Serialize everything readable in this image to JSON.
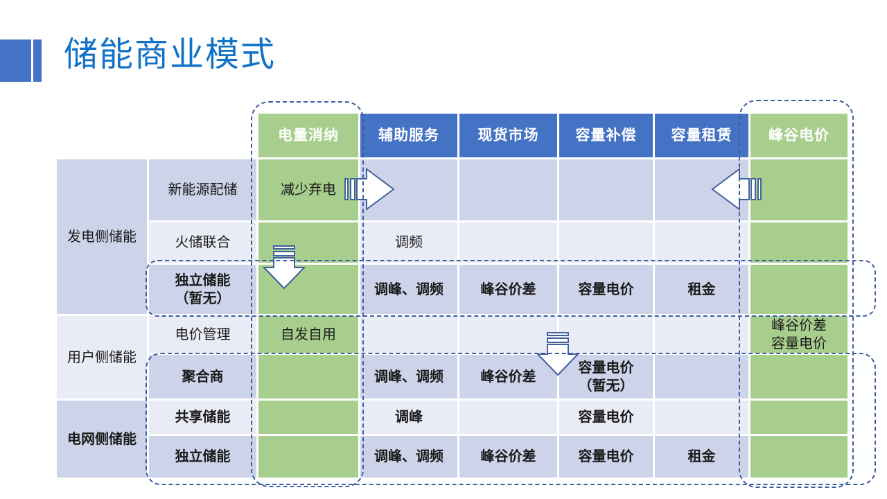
{
  "title": "储能商业模式",
  "colors": {
    "title_blue": "#1272C8",
    "accent_blue": "#4472C4",
    "header_green": "#A7CE8C",
    "row_dark": "#CDD4EA",
    "row_light": "#E9EBF5",
    "dash_blue": "#3A5DA0",
    "arrow_outline": "#41619E",
    "arrow_fill": "#FFFFFF"
  },
  "table": {
    "header": [
      {
        "label": "电量消纳",
        "style": "green"
      },
      {
        "label": "辅助服务",
        "style": "blue"
      },
      {
        "label": "现货市场",
        "style": "blue"
      },
      {
        "label": "容量补偿",
        "style": "blue"
      },
      {
        "label": "容量租赁",
        "style": "blue"
      },
      {
        "label": "峰谷电价",
        "style": "green"
      }
    ],
    "groups": [
      {
        "label": "发电侧储能",
        "bold": false,
        "tone": "dark",
        "span": 3
      },
      {
        "label": "用户侧储能",
        "bold": false,
        "tone": "light",
        "span": 2
      },
      {
        "label": "电网侧储能",
        "bold": true,
        "tone": "dark",
        "span": 2
      }
    ],
    "rows": [
      {
        "label": "新能源配储",
        "bold": false,
        "tone": "dark",
        "cells": [
          "减少弃电",
          "",
          "",
          "",
          "",
          ""
        ]
      },
      {
        "label": "火储联合",
        "bold": false,
        "tone": "light",
        "cells": [
          "",
          "调频",
          "",
          "",
          "",
          ""
        ]
      },
      {
        "label": "独立储能\n（暂无）",
        "bold": true,
        "tone": "dark",
        "cells": [
          "",
          "调峰、调频",
          "峰谷价差",
          "容量电价",
          "租金",
          ""
        ]
      },
      {
        "label": "电价管理",
        "bold": false,
        "tone": "light",
        "cells": [
          "自发自用",
          "",
          "",
          "",
          "",
          "峰谷价差\n容量电价"
        ]
      },
      {
        "label": "聚合商",
        "bold": true,
        "tone": "dark",
        "cells": [
          "",
          "调峰、调频",
          "峰谷价差",
          "容量电价\n（暂无）",
          "",
          ""
        ]
      },
      {
        "label": "共享储能",
        "bold": true,
        "tone": "light",
        "cells": [
          "",
          "调峰",
          "",
          "容量电价",
          "",
          ""
        ]
      },
      {
        "label": "独立储能",
        "bold": true,
        "tone": "dark",
        "cells": [
          "",
          "调峰、调频",
          "峰谷价差",
          "容量电价",
          "租金",
          ""
        ]
      }
    ]
  },
  "annotations": {
    "highlight_boxes": [
      "电量消纳列",
      "峰谷电价列",
      "独立储能（暂无）行",
      "聚合商/共享储能/独立储能行"
    ],
    "arrows": [
      {
        "name": "striped-right-arrow"
      },
      {
        "name": "striped-left-arrow"
      },
      {
        "name": "striped-down-arrow-generation"
      },
      {
        "name": "striped-down-arrow-user"
      }
    ]
  }
}
